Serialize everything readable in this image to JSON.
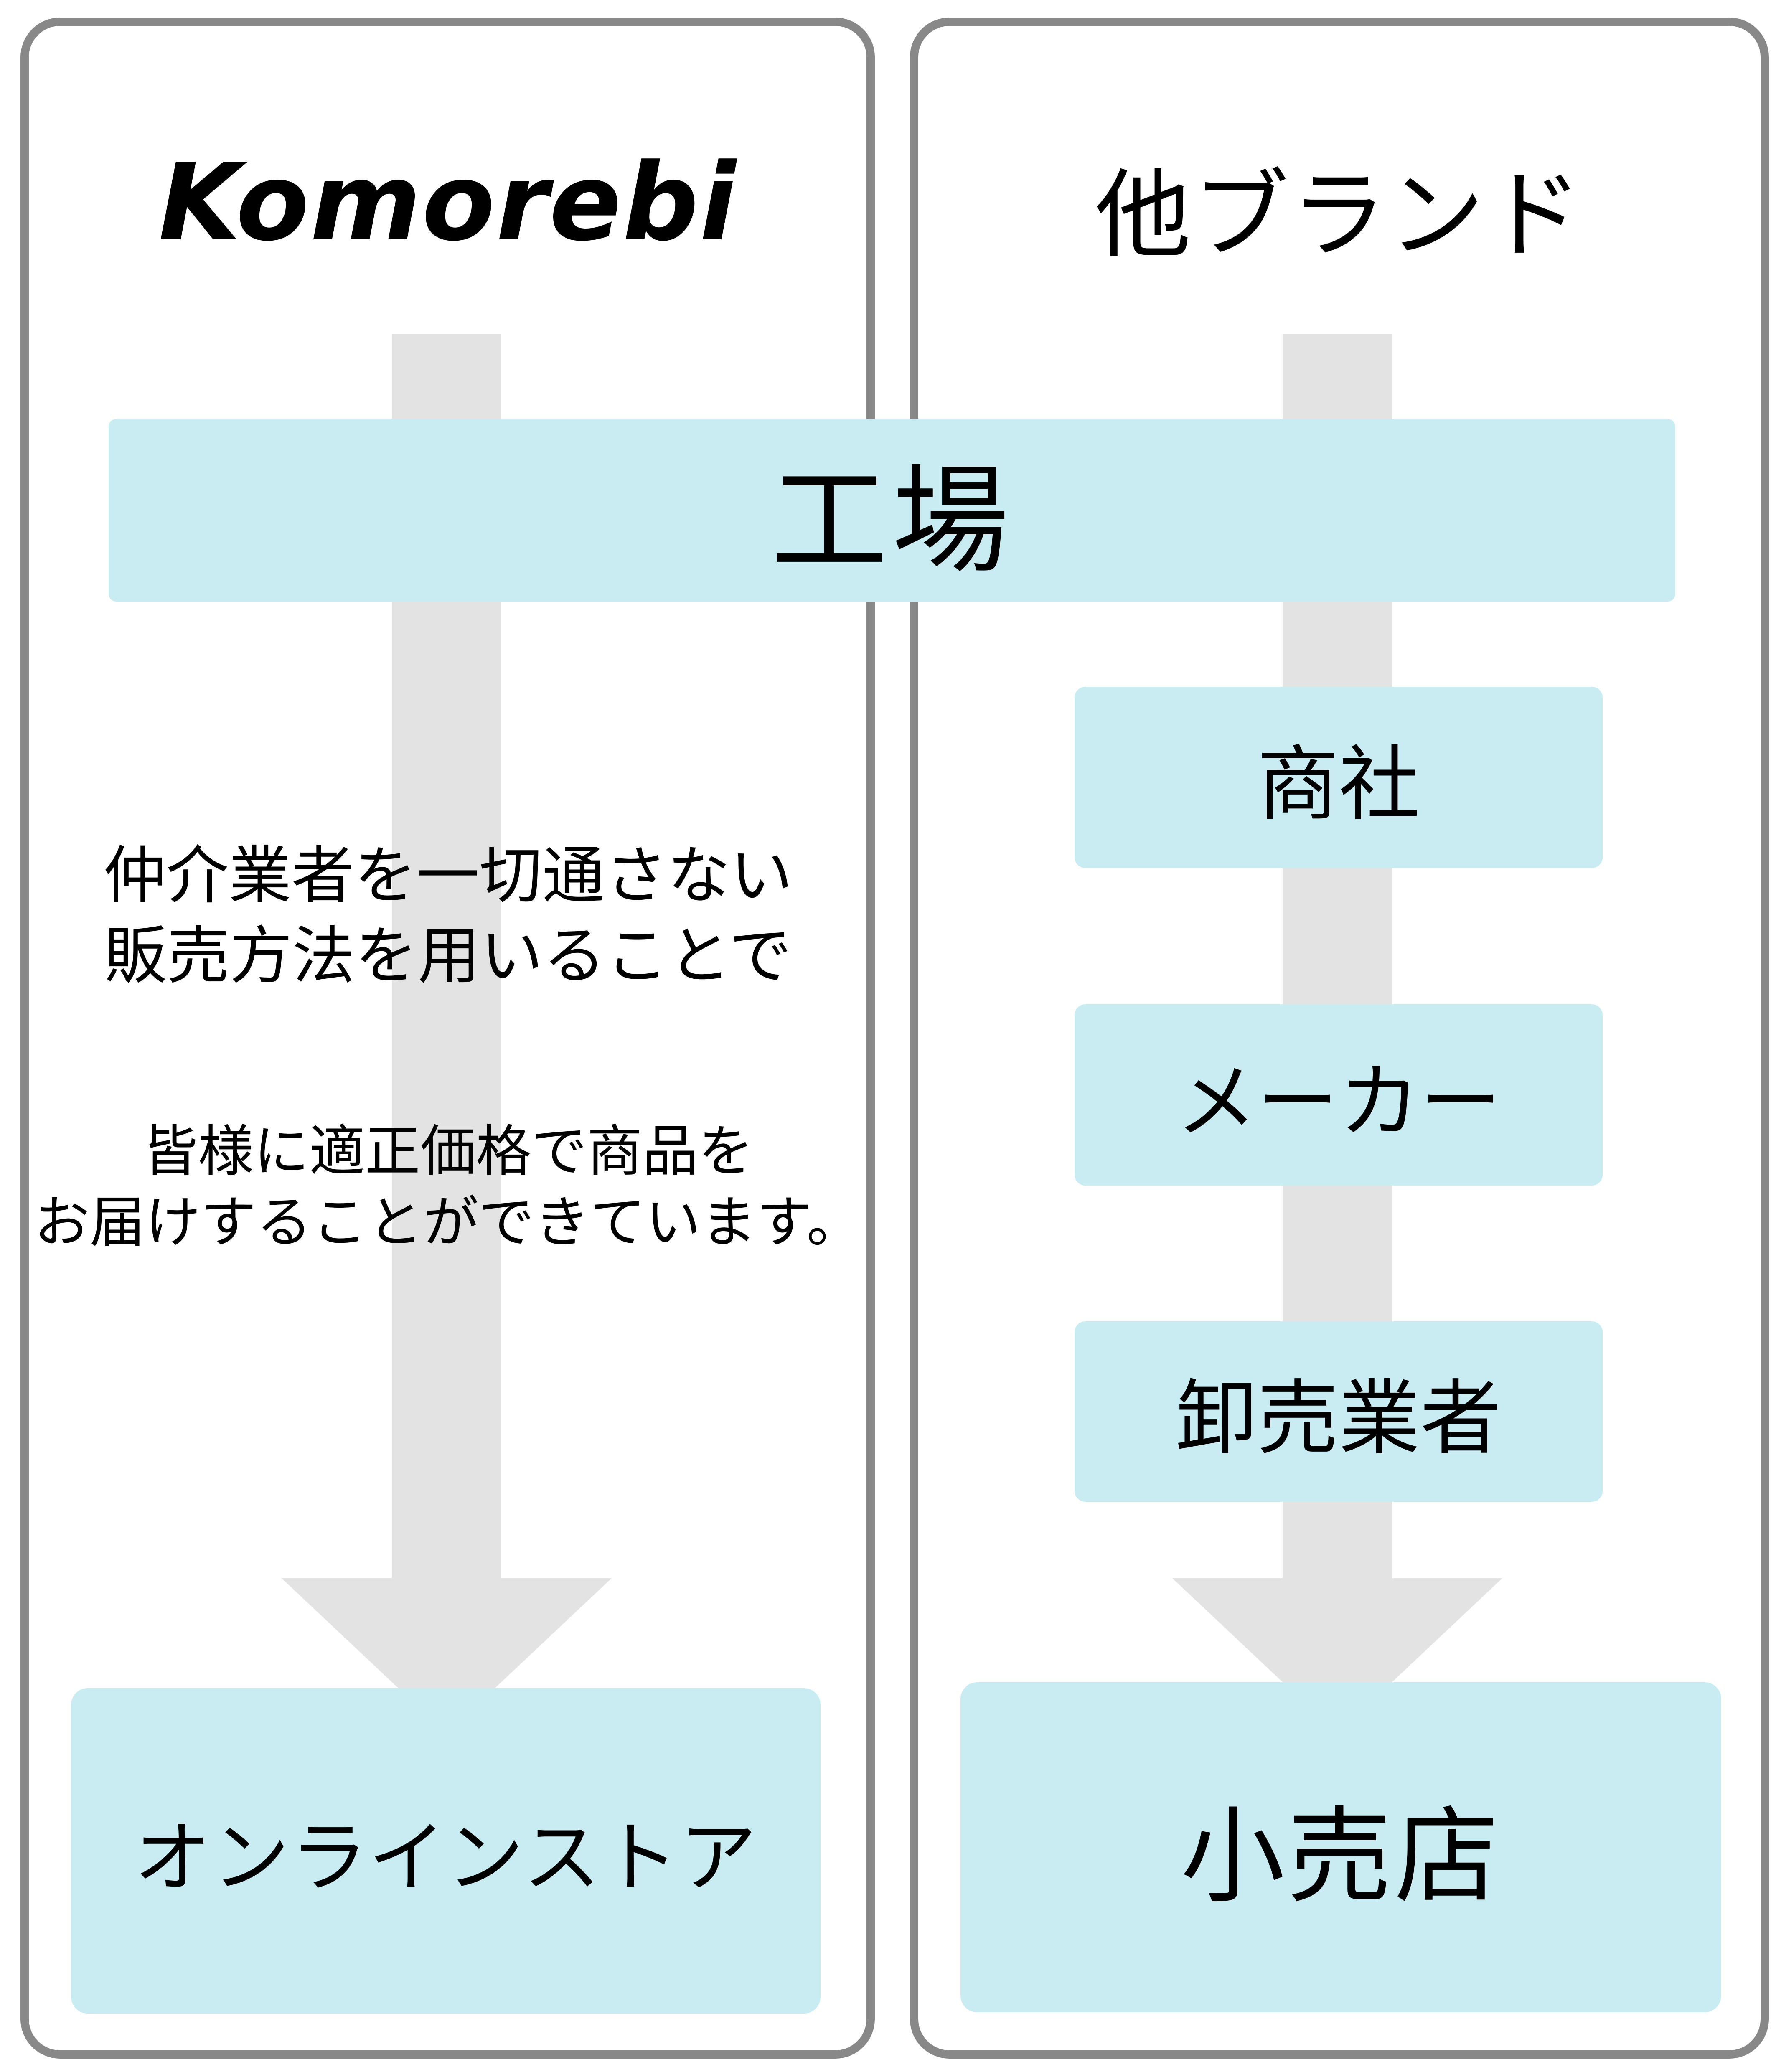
{
  "colors": {
    "box_fill": "#c9ecf2",
    "arrow_fill": "#e3e3e3",
    "panel_border": "#888888",
    "text": "#000000",
    "background": "#ffffff"
  },
  "factory_band": {
    "label": "工場"
  },
  "left_panel": {
    "title": "Komorebi",
    "note_line1": "仲介業者を一切通さない",
    "note_line2": "販売方法を用いることで",
    "note_line3": "皆様に適正価格で商品を",
    "note_line4": "お届けすることができています。",
    "destination": "オンラインストア"
  },
  "right_panel": {
    "title": "他ブランド",
    "steps": [
      {
        "label": "商社"
      },
      {
        "label": "メーカー"
      },
      {
        "label": "卸売業者"
      }
    ],
    "destination": "小売店"
  }
}
